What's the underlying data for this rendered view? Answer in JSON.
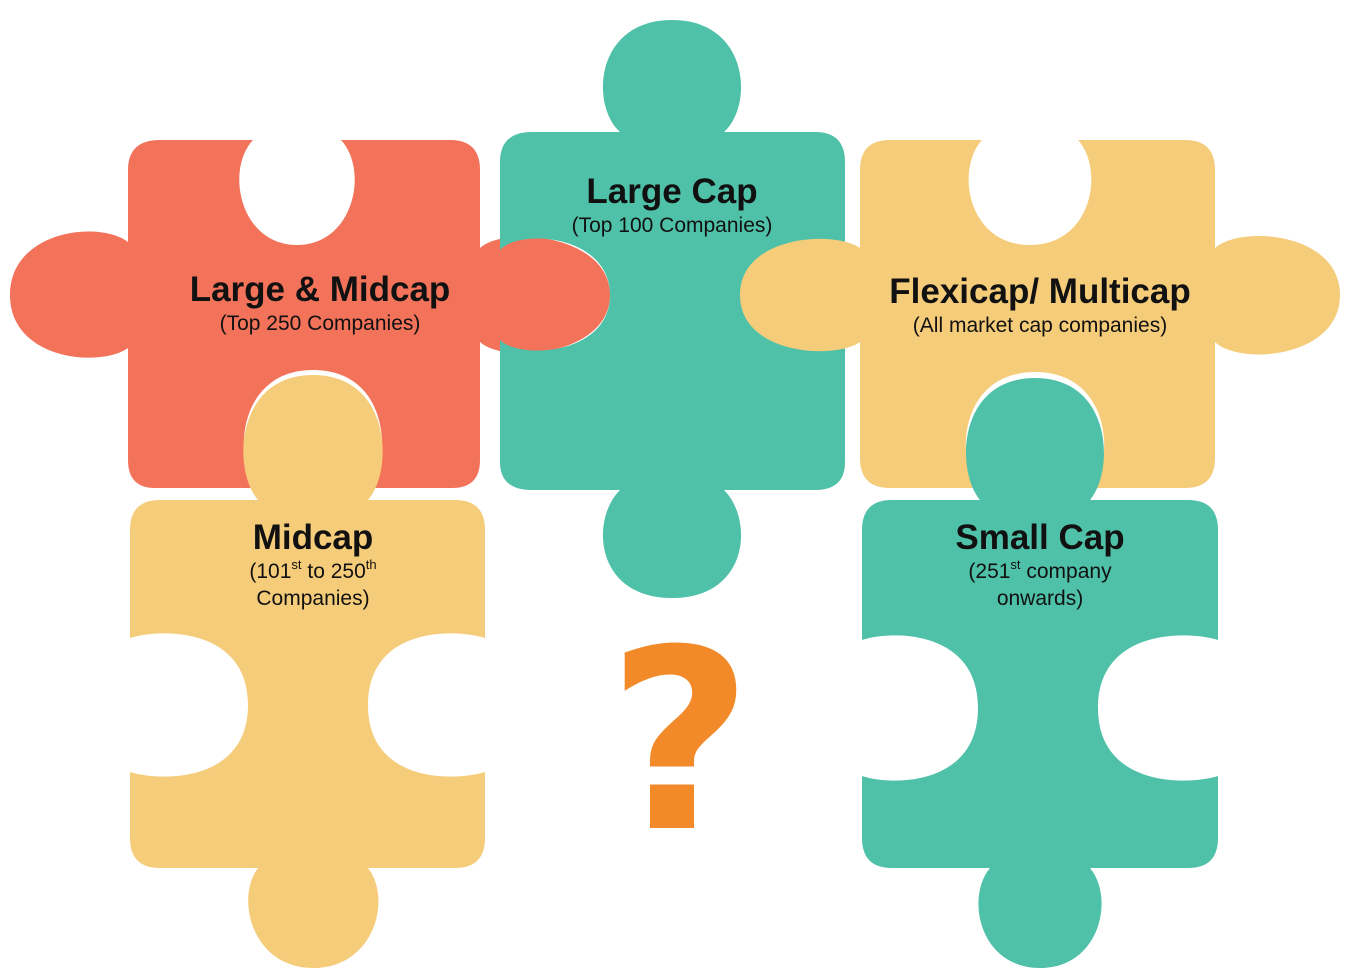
{
  "colors": {
    "coral": "#f2725a",
    "teal": "#4fc1a8",
    "sand": "#f5cc7a",
    "question": "#f28a2a",
    "text": "#111111"
  },
  "pieces": {
    "large_mid": {
      "title": "Large & Midcap",
      "subtitle": "(Top 250 Companies)"
    },
    "large_cap": {
      "title": "Large Cap",
      "subtitle": "(Top 100 Companies)"
    },
    "flexi_multi": {
      "title": "Flexicap/ Multicap",
      "subtitle": "(All market cap companies)"
    },
    "midcap": {
      "title": "Midcap",
      "sub_a_num": "(101",
      "sub_a_sup": "st",
      "sub_a_mid": " to 250",
      "sub_a_sup2": "th",
      "sub_b": "Companies)"
    },
    "small_cap": {
      "title": "Small Cap",
      "sub_a_num": "(251",
      "sub_a_sup": "st",
      "sub_a_rest": " company",
      "sub_b": "onwards)"
    }
  },
  "question_mark": "?"
}
